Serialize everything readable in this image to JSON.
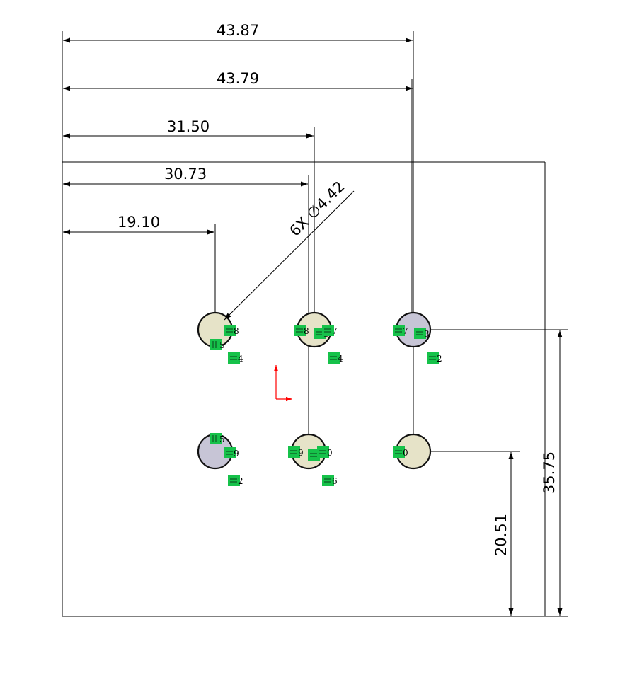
{
  "colors": {
    "line": "#000000",
    "hole_fill_light": "#e6e3c8",
    "hole_fill_dark": "#c7c5d6",
    "constraint_tag": "#16c24a",
    "axis_marker": "#ff0000"
  },
  "dimensions": {
    "h_43_87": "43.87",
    "h_43_79": "43.79",
    "h_31_50": "31.50",
    "h_30_73": "30.73",
    "h_19_10": "19.10",
    "v_35_75": "35.75",
    "v_20_51": "20.51",
    "hole_callout": "6X ∅4.42"
  },
  "holes": [
    {
      "id": "hole-top-left",
      "shade": "light"
    },
    {
      "id": "hole-top-middle",
      "shade": "light"
    },
    {
      "id": "hole-top-right",
      "shade": "dark"
    },
    {
      "id": "hole-bottom-left",
      "shade": "dark"
    },
    {
      "id": "hole-bottom-middle",
      "shade": "light"
    },
    {
      "id": "hole-bottom-right",
      "shade": "light"
    }
  ],
  "constraint_tags": [
    {
      "symbol": "equal",
      "number": "8"
    },
    {
      "symbol": "parallel",
      "number": "5"
    },
    {
      "symbol": "equal",
      "number": "4"
    },
    {
      "symbol": "equal",
      "number": "8"
    },
    {
      "symbol": "equal",
      "number": "3"
    },
    {
      "symbol": "equal",
      "number": "7"
    },
    {
      "symbol": "equal",
      "number": "4"
    },
    {
      "symbol": "equal",
      "number": "7"
    },
    {
      "symbol": "equal",
      "number": "3"
    },
    {
      "symbol": "equal",
      "number": "2"
    },
    {
      "symbol": "parallel",
      "number": "5"
    },
    {
      "symbol": "equal",
      "number": "9"
    },
    {
      "symbol": "equal",
      "number": "2"
    },
    {
      "symbol": "equal",
      "number": "9"
    },
    {
      "symbol": "equal",
      "number": "6"
    },
    {
      "symbol": "equal",
      "number": "0"
    },
    {
      "symbol": "equal",
      "number": "6"
    },
    {
      "symbol": "equal",
      "number": "0"
    }
  ]
}
